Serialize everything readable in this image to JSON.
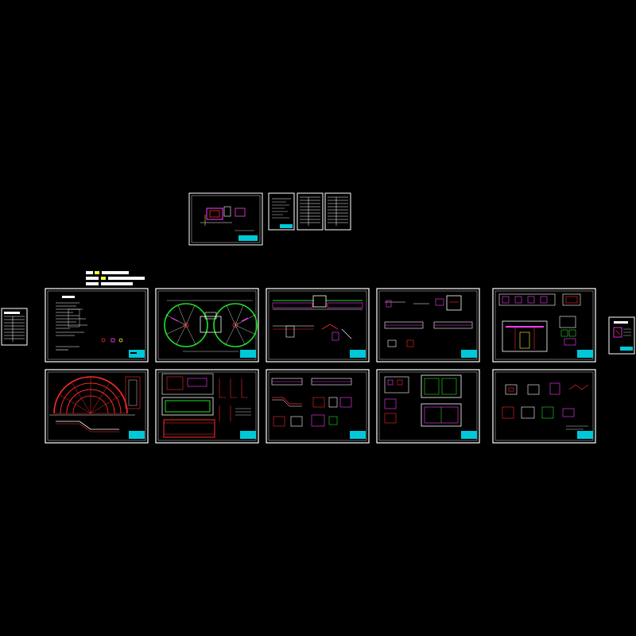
{
  "drawing": {
    "background": "#000000",
    "frame_color": "#ffffff",
    "title_block_color": "#00c8d8",
    "line_colors": {
      "red": "#ff2a2a",
      "green": "#22e022",
      "magenta": "#ff3cff",
      "cyan": "#00ffff",
      "yellow": "#ffff33",
      "blue": "#4a6cff",
      "white": "#ffffff"
    }
  },
  "top_sheets": [
    {
      "id": "site-plan-small",
      "kind": "site-plan"
    },
    {
      "id": "notes-sheet",
      "kind": "text-list"
    },
    {
      "id": "schedule-a",
      "kind": "table"
    },
    {
      "id": "schedule-b",
      "kind": "table"
    }
  ],
  "side_sheets": [
    {
      "id": "left-legend",
      "kind": "table"
    },
    {
      "id": "right-detail",
      "kind": "detail"
    }
  ],
  "header_text_lines": [
    "",
    "",
    ""
  ],
  "row1_sheets": [
    {
      "id": "sheet-general-notes",
      "kind": "notes"
    },
    {
      "id": "sheet-plan-circles",
      "kind": "plan"
    },
    {
      "id": "sheet-section-a",
      "kind": "section"
    },
    {
      "id": "sheet-section-b",
      "kind": "section"
    },
    {
      "id": "sheet-building",
      "kind": "building"
    }
  ],
  "row2_sheets": [
    {
      "id": "sheet-arc-plan",
      "kind": "arc"
    },
    {
      "id": "sheet-rebar",
      "kind": "rebar"
    },
    {
      "id": "sheet-details-a",
      "kind": "details"
    },
    {
      "id": "sheet-details-b",
      "kind": "details"
    },
    {
      "id": "sheet-details-c",
      "kind": "details"
    }
  ]
}
